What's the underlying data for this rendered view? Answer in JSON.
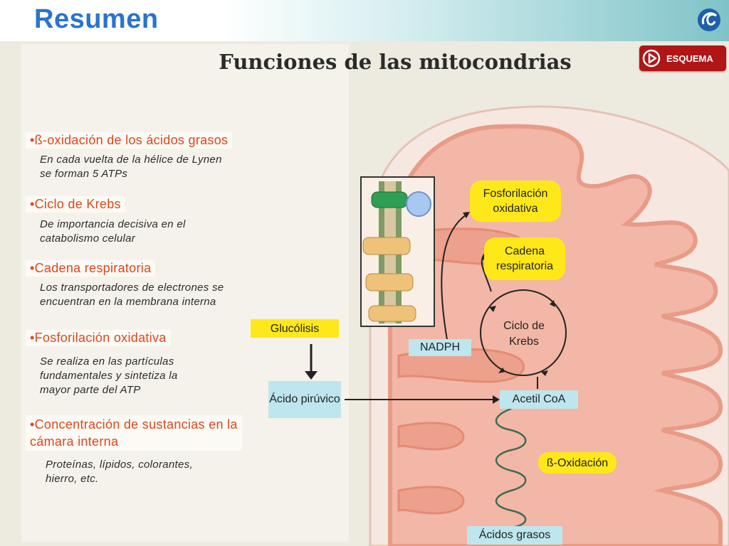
{
  "header": {
    "title": "Resumen",
    "logo_icon": "swirl-logo-icon"
  },
  "page": {
    "heading": "Funciones de las mitocondrias"
  },
  "esquema_button": {
    "label": "ESQUEMA",
    "icon": "play-icon",
    "color": "#b01616"
  },
  "functions": [
    {
      "title": "•ß-oxidación de los ácidos grasos",
      "description": [
        "En cada vuelta de la hélice de Lynen",
        "se forman 5 ATPs"
      ]
    },
    {
      "title": "•Ciclo de Krebs",
      "description": [
        "De importancia decisiva en el",
        "catabolismo celular"
      ]
    },
    {
      "title": "•Cadena respiratoria",
      "description": [
        "Los transportadores de electrones se",
        "encuentran en la membrana interna"
      ]
    },
    {
      "title": "•Fosforilación oxidativa",
      "description": [
        "Se realiza en las partículas",
        "fundamentales y sintetiza la",
        "mayor parte del ATP"
      ]
    },
    {
      "title": "•Concentración de sustancias en la cámara interna",
      "description": [
        "Proteínas, lípidos, colorantes,",
        "hierro, etc."
      ]
    }
  ],
  "diagram": {
    "fosforilacion": "Fosforilación oxidativa",
    "cadena": "Cadena respiratoria",
    "krebs": "Ciclo de Krebs",
    "nadph": "NADPH",
    "glucolisis": "Glucólisis",
    "acido_piruvico": "Ácido pirúvico",
    "acetil_coa": "Acetil CoA",
    "beta_oxidacion": "ß-Oxidación",
    "acidos_grasos": "Ácidos grasos"
  },
  "colors": {
    "title_blue": "#2a73cf",
    "item_orange": "#e0461c",
    "label_yellow": "#ffe81a",
    "label_blue": "#bde6ee",
    "mitochondria_pink": "#f2b7a6"
  }
}
